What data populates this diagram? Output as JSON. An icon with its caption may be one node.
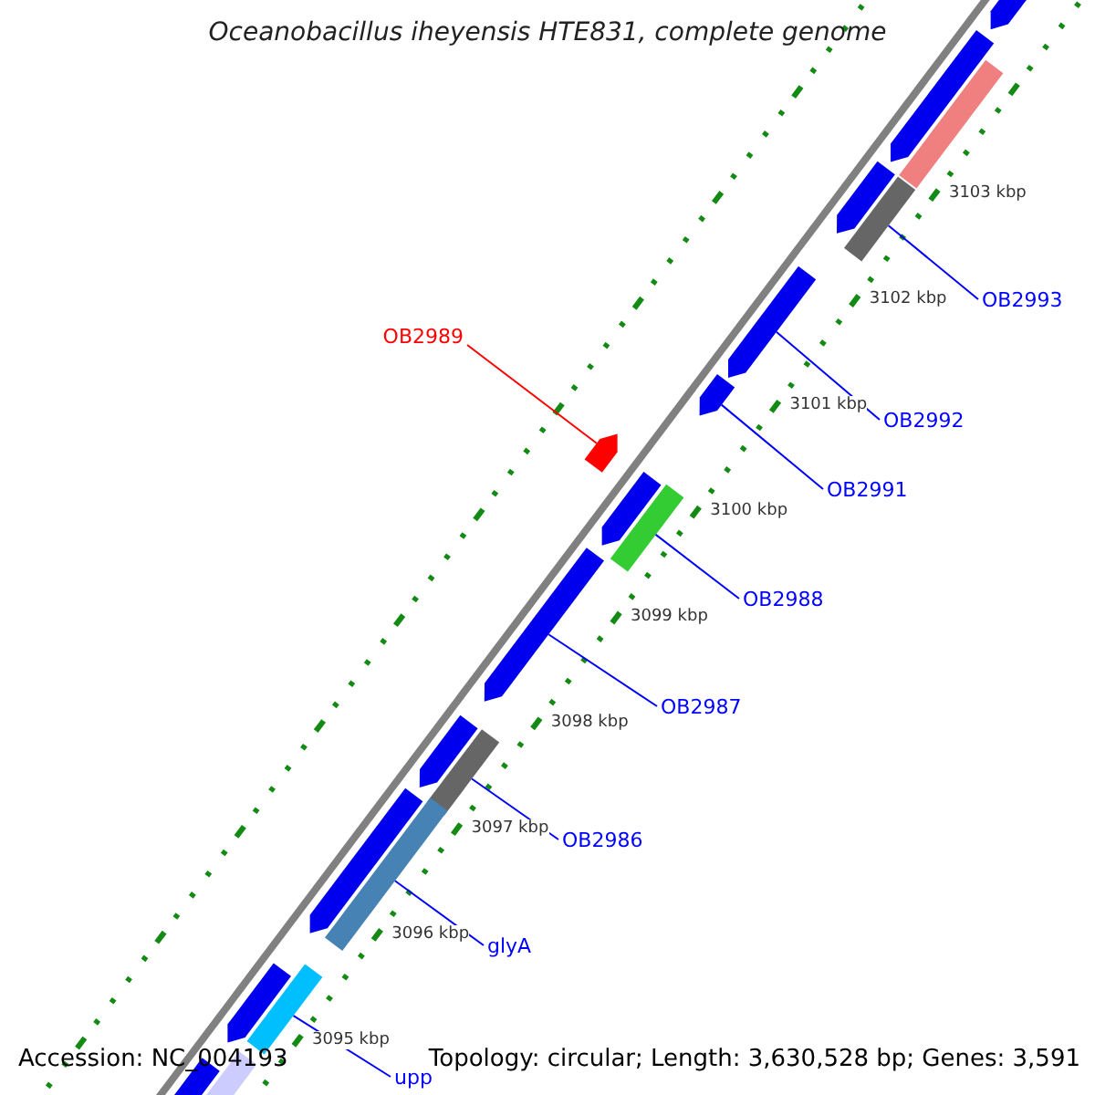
{
  "diagram": {
    "title": "Oceanobacillus iheyensis HTE831, complete genome",
    "nodes": [
      {
        "text": [
          "OB2989"
        ]
      },
      {
        "text": [
          "OB2993"
        ]
      },
      {
        "text": [
          "OB2992"
        ]
      },
      {
        "text": [
          "OB2991"
        ]
      },
      {
        "text": [
          "OB2988"
        ]
      },
      {
        "text": [
          "OB2987"
        ]
      },
      {
        "text": [
          "OB2986"
        ]
      },
      {
        "text": [
          "glyA"
        ]
      },
      {
        "text": [
          "upp"
        ]
      },
      {
        "text": [],
        "shape": "arrow"
      },
      {
        "text": [],
        "shape": "arrow"
      },
      {
        "text": [],
        "shape": "bar"
      },
      {
        "text": [],
        "shape": "arrow"
      },
      {
        "text": [],
        "shape": "bar"
      },
      {
        "text": [],
        "shape": "arrow"
      },
      {
        "text": [],
        "shape": "arrow"
      },
      {
        "text": [],
        "shape": "arrow"
      },
      {
        "text": [],
        "shape": "arrow"
      },
      {
        "text": [],
        "shape": "bar"
      },
      {
        "text": [],
        "shape": "arrow"
      },
      {
        "text": [],
        "shape": "arrow"
      },
      {
        "text": [],
        "shape": "bar"
      },
      {
        "text": [],
        "shape": "arrow"
      },
      {
        "text": [],
        "shape": "bar"
      },
      {
        "text": [],
        "shape": "arrow"
      },
      {
        "text": [],
        "shape": "bar"
      },
      {
        "text": [],
        "shape": "arrow"
      },
      {
        "text": [],
        "shape": "bar"
      }
    ],
    "edges": [
      {
        "from": 0,
        "to": 16,
        "arrow": "none",
        "color": "#ff0000"
      },
      {
        "from": 1,
        "to": 13,
        "arrow": "none"
      },
      {
        "from": 2,
        "to": 14,
        "arrow": "none"
      },
      {
        "from": 3,
        "to": 15,
        "arrow": "none"
      },
      {
        "from": 4,
        "to": 18,
        "arrow": "none"
      },
      {
        "from": 5,
        "to": 19,
        "arrow": "none"
      },
      {
        "from": 6,
        "to": 21,
        "arrow": "none"
      },
      {
        "from": 7,
        "to": 23,
        "arrow": "none"
      },
      {
        "from": 8,
        "to": 25,
        "arrow": "none"
      }
    ],
    "labels": [
      "3103 kbp",
      "3102 kbp",
      "3101 kbp",
      "3100 kbp",
      "3099 kbp",
      "3098 kbp",
      "3097 kbp",
      "3096 kbp",
      "3095 kbp",
      "Accession: NC_004193",
      "Topology: circular; Length: 3,630,528 bp; Genes: 3,591"
    ]
  }
}
